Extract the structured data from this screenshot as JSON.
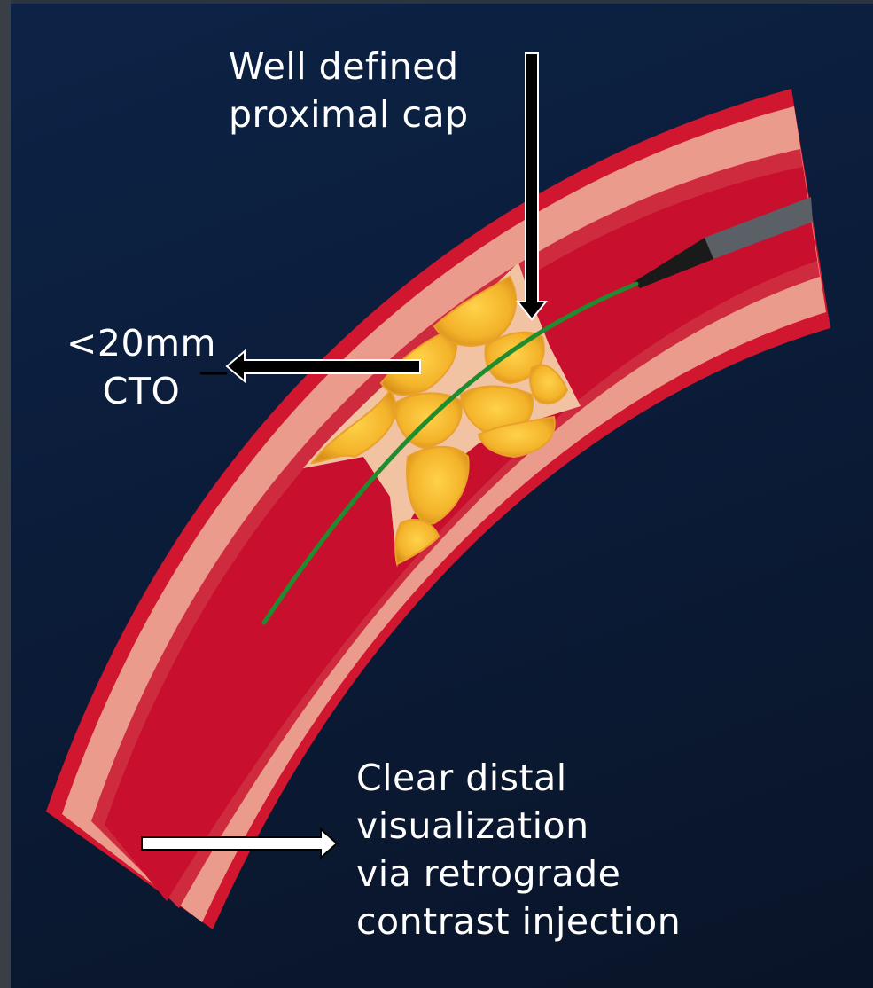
{
  "labels": {
    "proximal_cap": [
      "Well defined",
      "proximal cap"
    ],
    "cto_length": [
      "<20mm",
      "CTO"
    ],
    "distal_visualization": [
      "Clear distal",
      "visualization",
      "via retrograde",
      "contrast injection"
    ]
  },
  "colors": {
    "background": "#0b1c39",
    "vessel_outer": "#d0172f",
    "vessel_wall": "#e99a8a",
    "lumen": "#c8102e",
    "plaque": "#f3b32a",
    "guidewire": "#1f8c2f",
    "catheter": "#5b6067",
    "arrow_fill": "#ffffff",
    "arrow_stroke": "#000000"
  }
}
